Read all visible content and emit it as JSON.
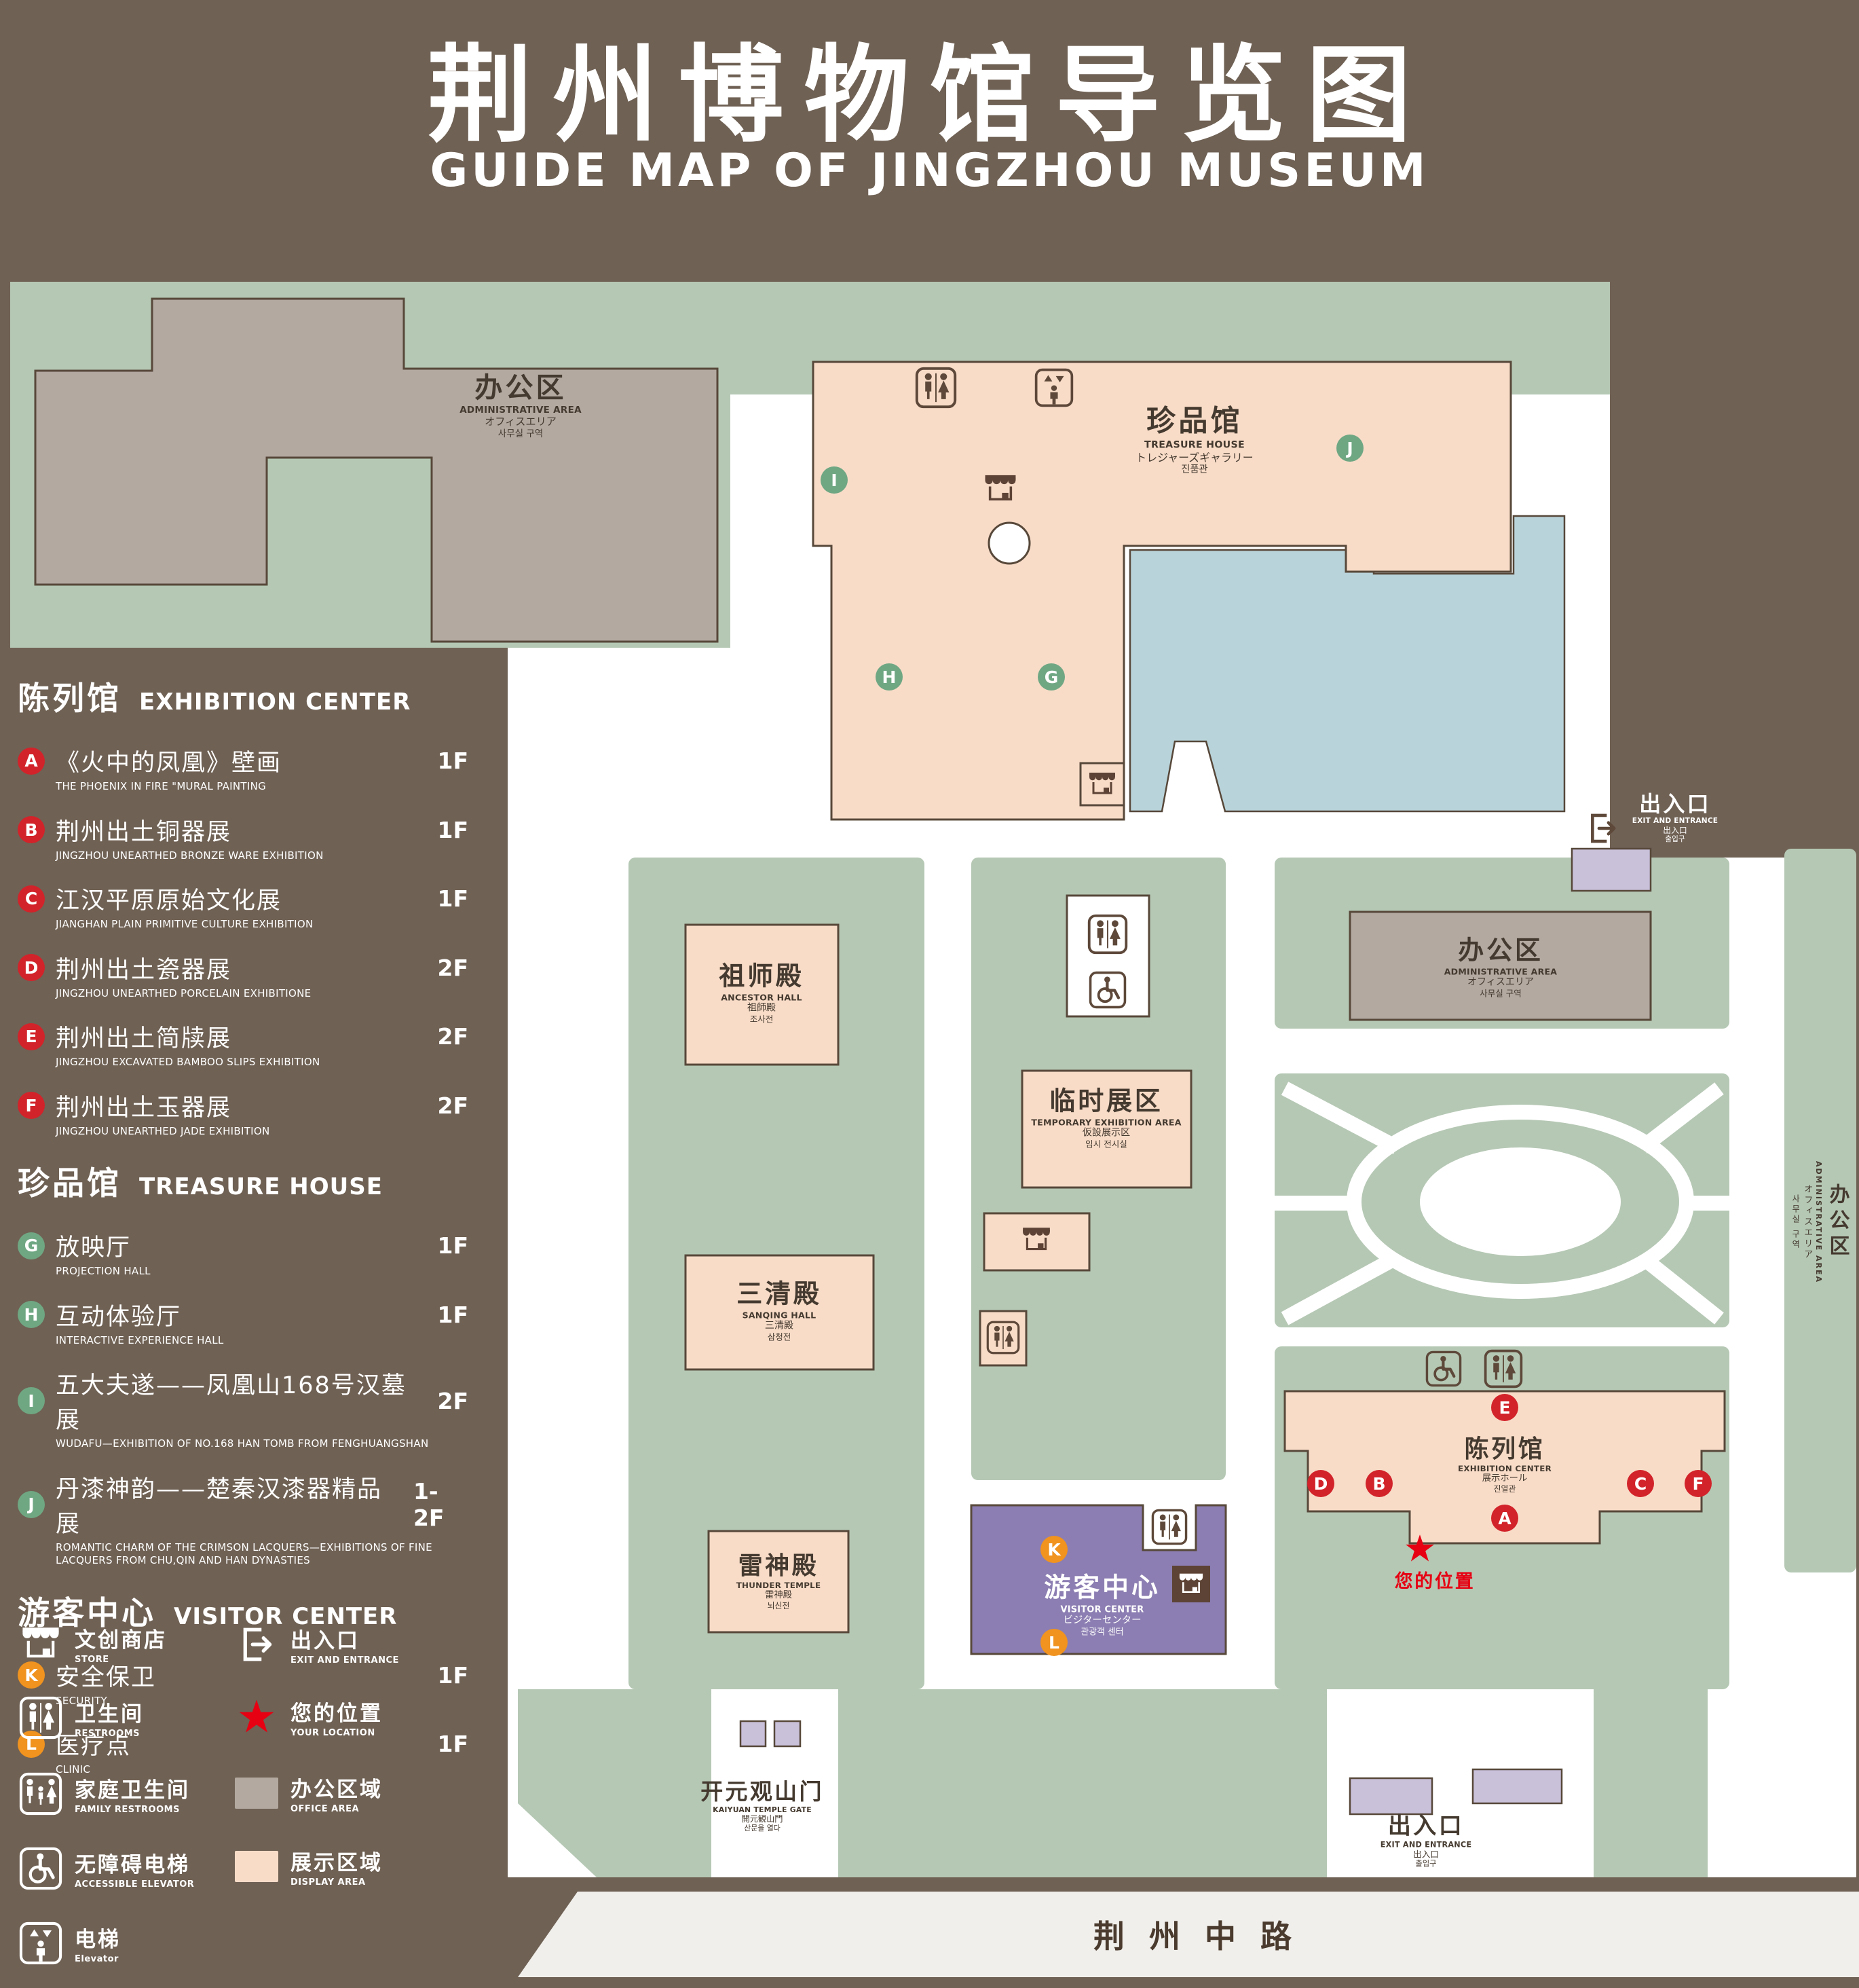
{
  "header": {
    "title_zh": "荆州博物馆导览图",
    "title_en": "GUIDE MAP OF JINGZHOU MUSEUM"
  },
  "sidebar": {
    "sections": [
      {
        "zh": "陈列馆",
        "en": "EXHIBITION CENTER",
        "items": [
          {
            "letter": "A",
            "zh": "《火中的凤凰》壁画",
            "en": "THE PHOENIX IN FIRE \"MURAL PAINTING",
            "floor": "1F"
          },
          {
            "letter": "B",
            "zh": "荆州出土铜器展",
            "en": "JINGZHOU UNEARTHED BRONZE WARE EXHIBITION",
            "floor": "1F"
          },
          {
            "letter": "C",
            "zh": "江汉平原原始文化展",
            "en": "JIANGHAN PLAIN PRIMITIVE CULTURE EXHIBITION",
            "floor": "1F"
          },
          {
            "letter": "D",
            "zh": "荆州出土瓷器展",
            "en": "JINGZHOU UNEARTHED PORCELAIN EXHIBITIONE",
            "floor": "2F"
          },
          {
            "letter": "E",
            "zh": "荆州出土简牍展",
            "en": "JINGZHOU EXCAVATED BAMBOO SLIPS EXHIBITION",
            "floor": "2F"
          },
          {
            "letter": "F",
            "zh": "荆州出土玉器展",
            "en": "JINGZHOU UNEARTHED JADE EXHIBITION",
            "floor": "2F"
          }
        ]
      },
      {
        "zh": "珍品馆",
        "en": "TREASURE HOUSE",
        "items": [
          {
            "letter": "G",
            "zh": "放映厅",
            "en": "PROJECTION HALL",
            "floor": "1F"
          },
          {
            "letter": "H",
            "zh": "互动体验厅",
            "en": "INTERACTIVE EXPERIENCE HALL",
            "floor": "1F"
          },
          {
            "letter": "I",
            "zh": "五大夫遂——凤凰山168号汉墓展",
            "en": "WUDAFU—EXHIBITION OF NO.168 HAN TOMB FROM FENGHUANGSHAN",
            "floor": "2F"
          },
          {
            "letter": "J",
            "zh": "丹漆神韵——楚秦汉漆器精品展",
            "en": "ROMANTIC CHARM OF THE CRIMSON LACQUERS—EXHIBITIONS OF FINE LACQUERS FROM CHU,QIN AND HAN DYNASTIES",
            "floor": "1-2F"
          }
        ]
      },
      {
        "zh": "游客中心",
        "en": "VISITOR CENTER",
        "items": [
          {
            "letter": "K",
            "zh": "安全保卫",
            "en": "SECURITY",
            "floor": "1F"
          },
          {
            "letter": "L",
            "zh": "医疗点",
            "en": "CLINIC",
            "floor": "1F"
          }
        ]
      }
    ]
  },
  "legend": {
    "items": [
      {
        "zh": "文创商店",
        "en": "STORE"
      },
      {
        "zh": "卫生间",
        "en": "RESTROOMS"
      },
      {
        "zh": "家庭卫生间",
        "en": "FAMILY RESTROOMS"
      },
      {
        "zh": "无障碍电梯",
        "en": "ACCESSIBLE ELEVATOR"
      },
      {
        "zh": "电梯",
        "en": "Elevator"
      },
      {
        "zh": "出入口",
        "en": "EXIT AND ENTRANCE"
      },
      {
        "zh": "您的位置",
        "en": "YOUR LOCATION"
      },
      {
        "zh": "办公区域",
        "en": "OFFICE AREA"
      },
      {
        "zh": "展示区域",
        "en": "DISPLAY AREA"
      }
    ]
  },
  "map": {
    "labels": {
      "admin": {
        "zh": "办公区",
        "en": "ADMINISTRATIVE AREA",
        "jp": "オフィスエリア",
        "kr": "사무실 구역"
      },
      "treasure": {
        "zh": "珍品馆",
        "en": "TREASURE HOUSE",
        "jp": "トレジャーズギャラリー",
        "kr": "진품관"
      },
      "exit": {
        "zh": "出入口",
        "en": "EXIT AND ENTRANCE",
        "jp": "出入口",
        "kr": "출입구"
      },
      "ancestor": {
        "zh": "祖师殿",
        "en": "ANCESTOR HALL",
        "jp": "祖師殿",
        "kr": "조사전"
      },
      "temporary": {
        "zh": "临时展区",
        "en": "TEMPORARY EXHIBITION AREA",
        "jp": "仮設展示区",
        "kr": "임시 전시실"
      },
      "sanqing": {
        "zh": "三清殿",
        "en": "SANQING HALL",
        "jp": "三清殿",
        "kr": "삼청전"
      },
      "exhibition": {
        "zh": "陈列馆",
        "en": "EXHIBITION CENTER",
        "jp": "展示ホール",
        "kr": "진열관"
      },
      "thunder": {
        "zh": "雷神殿",
        "en": "THUNDER TEMPLE",
        "jp": "雷神殿",
        "kr": "뇌신전"
      },
      "visitor": {
        "zh": "游客中心",
        "en": "VISITOR CENTER",
        "jp": "ビジターセンター",
        "kr": "관광객 센터"
      },
      "gate": {
        "zh": "开元观山门",
        "en": "KAIYUAN TEMPLE GATE",
        "jp": "開元観山門",
        "kr": "산문을 열다"
      },
      "your_location": {
        "zh": "您的位置"
      },
      "road": {
        "zh": "荆州中路"
      }
    },
    "markers": {
      "A": "A",
      "B": "B",
      "C": "C",
      "D": "D",
      "E": "E",
      "F": "F",
      "G": "G",
      "H": "H",
      "I": "I",
      "J": "J",
      "K": "K",
      "L": "L"
    }
  },
  "colors": {
    "background": "#6f6154",
    "courtyard_green": "#b5c8b4",
    "display_area_pink": "#f8dcc8",
    "office_area_gray": "#b3a9a1",
    "pond_blue": "#b9d3da",
    "visitor_purple": "#8c7eb2",
    "entrance_lavender": "#c9c0da",
    "marker_red": "#d2232a",
    "marker_green": "#6fa783",
    "marker_orange": "#f0931f",
    "location_red": "#e60012"
  }
}
